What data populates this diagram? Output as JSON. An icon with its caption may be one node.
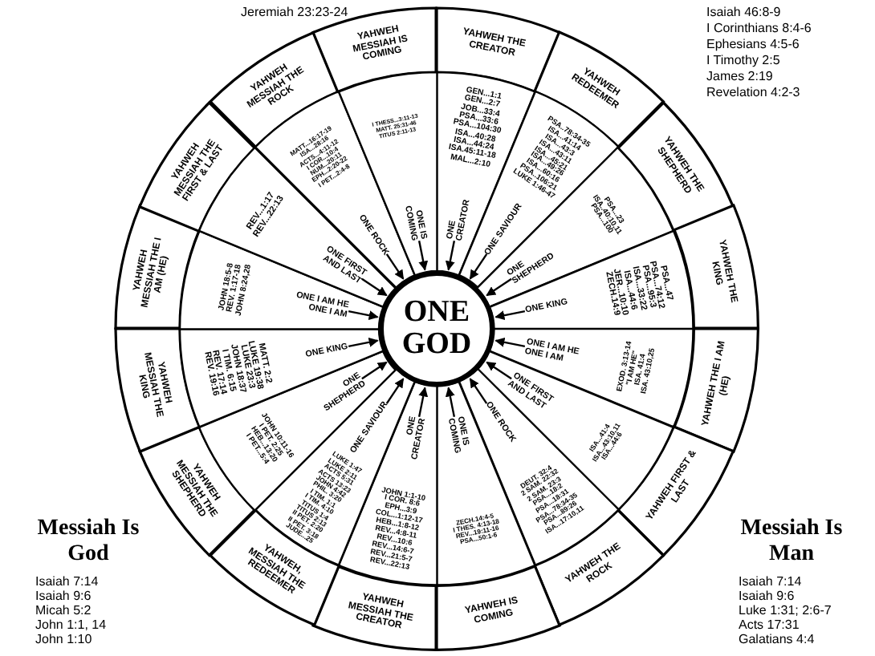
{
  "diagram": {
    "nodes": [
      {
        "text": [
          "ONE GOD"
        ]
      },
      {
        "text": [
          "YAHWEH THE CREATOR"
        ]
      },
      {
        "text": [
          "GEN...1:1",
          "GEN...2:7",
          "JOB...33:4",
          "PSA...33:6",
          "PSA...104:30",
          "ISA...40:28",
          "ISA...44:24",
          "ISA.45:11-18",
          "MAL...2:10"
        ]
      },
      {
        "text": [
          "ONE CREATOR"
        ],
        "in": 2
      },
      {
        "text": [
          "YAHWEH REDEEMER"
        ]
      },
      {
        "text": [
          "PSA..78:34-35",
          "ISA...41:14",
          "ISA...43:3",
          "ISA...43:11",
          "ISA...45:21",
          "ISA...49:26",
          "ISA...60:16",
          "PSA..106:21",
          "LUKE 1:46-47"
        ]
      },
      {
        "text": [
          "ONE SAVIOUR"
        ],
        "in": 5
      },
      {
        "text": [
          "YAHWEH THE SHEPHERD"
        ]
      },
      {
        "text": [
          "PSA...23",
          "ISA..40:10,11",
          "PSA...100"
        ]
      },
      {
        "text": [
          "ONE SHEPHERD"
        ],
        "in": 8
      },
      {
        "text": [
          "YAHWEH THE KING"
        ]
      },
      {
        "text": [
          "PSA...47",
          "PSA...74:12",
          "PSA...95:3",
          "ISA...33:22",
          "ISA...44:6",
          "JER...10:10",
          "ZECH.14:9"
        ]
      },
      {
        "text": [
          "ONE KING"
        ],
        "in": 11
      },
      {
        "text": [
          "YAHWEH THE I AM (HE)"
        ]
      },
      {
        "text": [
          "EXOD. 3:13-14",
          "\"I AM HE\"",
          "ISA. 41:4",
          "ISA. 43:10,25"
        ]
      },
      {
        "text": [
          "ONE I AM HE ONE I AM"
        ],
        "in": 14
      },
      {
        "text": [
          "YAHWEH FIRST & LAST"
        ]
      },
      {
        "text": [
          "ISA...41:4",
          "ISA...43:10,11",
          "ISA...44:6"
        ]
      },
      {
        "text": [
          "ONE FIRST AND LAST"
        ],
        "in": 17
      },
      {
        "text": [
          "YAHWEH THE ROCK"
        ]
      },
      {
        "text": [
          "DEUT. 32:4",
          "2 SAM. 22:32",
          "2 SAM. 23:3",
          "PSA...18:2",
          "PSA...18:31",
          "PSA...78:34-35",
          "PSA...89:26",
          "ISA...17:10,11"
        ]
      },
      {
        "text": [
          "ONE ROCK"
        ],
        "in": 20
      },
      {
        "text": [
          "YAHWEH IS COMING"
        ]
      },
      {
        "text": [
          "ZECH.14:4-5",
          "I THES. 4:13-18",
          "REV...19:11-16",
          "PSA...50:1-6"
        ]
      },
      {
        "text": [
          "ONE IS COMING"
        ],
        "in": 23
      },
      {
        "text": [
          "YAHWEH MESSIAH THE CREATOR"
        ]
      },
      {
        "text": [
          "JOHN 1:1-10",
          "I COR. 8:6",
          "EPH...3:9",
          "COL...1:12-17",
          "HEB...1:8-12",
          "REV...4:8-11",
          "REV...10:6",
          "REV...14:6-7",
          "REV...21:5-7",
          "REV...22:13"
        ]
      },
      {
        "text": [
          "ONE CREATOR"
        ],
        "in": 26
      },
      {
        "text": [
          "YAHWEH, MESSIAH THE REDEEMER"
        ]
      },
      {
        "text": [
          "LUKE 1:47",
          "LUKE 2:11",
          "ACTS 5:31",
          "ACTS 13:23",
          "JOHN 4:42",
          "PHIL. 3:20",
          "I TIM. 1:1",
          "I TIM. 4:10",
          "TITUS 1:4",
          "TITUS 2:13",
          "II PET. 2:20",
          "II PET. 3:18",
          "JUDE...25"
        ]
      },
      {
        "text": [
          "ONE SAVIOUR"
        ],
        "in": 29
      },
      {
        "text": [
          "YAHWEH MESSIAH THE SHEPHERD"
        ]
      },
      {
        "text": [
          "JOHN 10:11-16",
          "I PET. 2:25",
          "HEB...13:20",
          "I PET...5:4"
        ]
      },
      {
        "text": [
          "ONE SHEPHERD"
        ],
        "in": 32
      },
      {
        "text": [
          "YAHWEH MESSIAH THE KING"
        ]
      },
      {
        "text": [
          "MATT. 2:2",
          "LUKE 19:38",
          "LUKE 23:3",
          "JOHN 18:37",
          "I TIM. 6:15",
          "REV. 17:14",
          "REV. 19:16"
        ]
      },
      {
        "text": [
          "ONE KING"
        ],
        "in": 35
      },
      {
        "text": [
          "YAHWEH MESSIAH THE I AM (HE)"
        ]
      },
      {
        "text": [
          "JOHN 18:5-8",
          "REV. 1:17-18",
          "JOHN 8:24,28"
        ]
      },
      {
        "text": [
          "ONE I AM HE ONE I AM"
        ],
        "in": 38
      },
      {
        "text": [
          "YAHWEH MESSIAH THE FIRST & LAST"
        ]
      },
      {
        "text": [
          "REV...1:17",
          "REV...22:13"
        ]
      },
      {
        "text": [
          "ONE FIRST AND LAST"
        ],
        "in": 41
      },
      {
        "text": [
          "YAHWEH MESSIAH THE ROCK"
        ]
      },
      {
        "text": [
          "MATT...16:17-19",
          "ISA...28:16",
          "ACTS...4:11-12",
          "I COR...10:4",
          "NUM...20:11",
          "EPH...2:20-22",
          "I PET...2:4-8"
        ]
      },
      {
        "text": [
          "ONE ROCK"
        ],
        "in": 44
      },
      {
        "text": [
          "YAHWEH MESSIAH IS COMING"
        ]
      },
      {
        "text": [
          "I THESS...3:11-13",
          "MATT. 25:31-46",
          "TITUS 2:11-13"
        ]
      },
      {
        "text": [
          "ONE IS COMING"
        ],
        "in": 47
      }
    ],
    "edges": [
      {
        "from": 3,
        "to": 0,
        "arrow": "to"
      },
      {
        "from": 6,
        "to": 0,
        "arrow": "to"
      },
      {
        "from": 9,
        "to": 0,
        "arrow": "to"
      },
      {
        "from": 12,
        "to": 0,
        "arrow": "to"
      },
      {
        "from": 15,
        "to": 0,
        "arrow": "to"
      },
      {
        "from": 18,
        "to": 0,
        "arrow": "to"
      },
      {
        "from": 21,
        "to": 0,
        "arrow": "to"
      },
      {
        "from": 24,
        "to": 0,
        "arrow": "to"
      },
      {
        "from": 27,
        "to": 0,
        "arrow": "to"
      },
      {
        "from": 30,
        "to": 0,
        "arrow": "to"
      },
      {
        "from": 33,
        "to": 0,
        "arrow": "to"
      },
      {
        "from": 36,
        "to": 0,
        "arrow": "to"
      },
      {
        "from": 39,
        "to": 0,
        "arrow": "to"
      },
      {
        "from": 42,
        "to": 0,
        "arrow": "to"
      },
      {
        "from": 45,
        "to": 0,
        "arrow": "to"
      },
      {
        "from": 48,
        "to": 0,
        "arrow": "to"
      }
    ],
    "labels": [
      "Jeremiah 23:23-24",
      "Isaiah 46:8-9",
      "I Corinthians 8:4-6",
      "Ephesians 4:5-6",
      "I Timothy 2:5",
      "James 2:19",
      "Revelation 4:2-3",
      "Messiah Is God",
      "Isaiah 7:14",
      "Isaiah 9:6",
      "Micah 5:2",
      "John 1:1, 14",
      "John 1:10",
      "Messiah Is Man",
      "Isaiah 7:14",
      "Isaiah 9:6",
      "Luke 1:31; 2:6-7",
      "Acts 17:31",
      "Galatians 4:4"
    ]
  }
}
